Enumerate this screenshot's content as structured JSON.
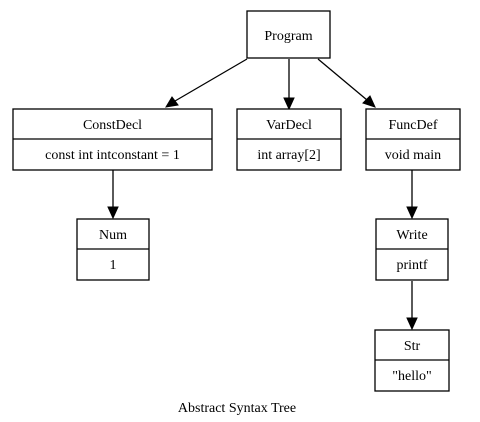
{
  "caption": "Abstract Syntax Tree",
  "nodes": {
    "program": {
      "label": "Program"
    },
    "constdecl": {
      "label": "ConstDecl",
      "detail": "const int intconstant = 1"
    },
    "vardecl": {
      "label": "VarDecl",
      "detail": "int array[2]"
    },
    "funcdef": {
      "label": "FuncDef",
      "detail": "void main"
    },
    "num": {
      "label": "Num",
      "detail": "1"
    },
    "write": {
      "label": "Write",
      "detail": "printf"
    },
    "str": {
      "label": "Str",
      "detail": "\"hello\""
    }
  },
  "edges": [
    {
      "from": "Program",
      "to": "ConstDecl"
    },
    {
      "from": "Program",
      "to": "VarDecl"
    },
    {
      "from": "Program",
      "to": "FuncDef"
    },
    {
      "from": "ConstDecl",
      "to": "Num"
    },
    {
      "from": "FuncDef",
      "to": "Write"
    },
    {
      "from": "Write",
      "to": "Str"
    }
  ]
}
